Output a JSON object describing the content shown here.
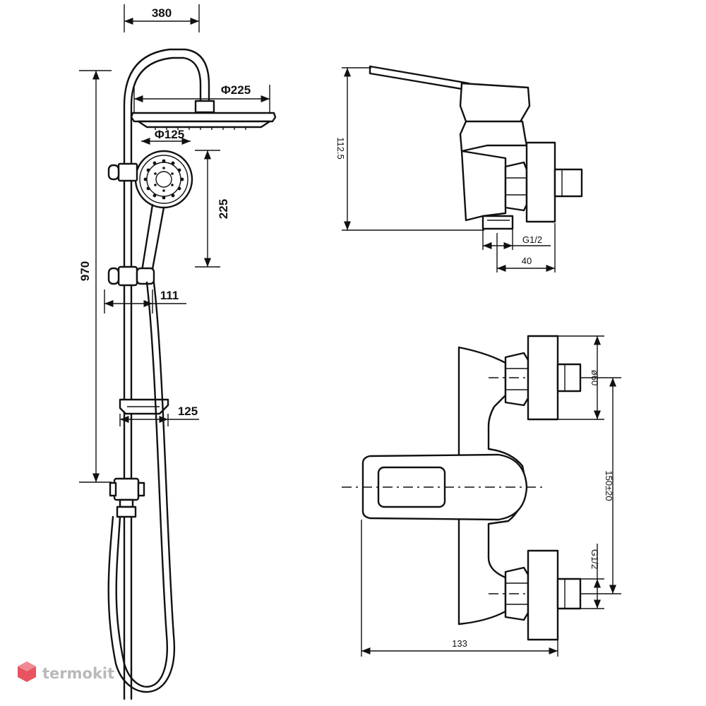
{
  "dimensions": {
    "shower_reach": "380",
    "head_diameter": "Φ225",
    "hand_diameter": "Φ125",
    "hand_drop": "225",
    "total_height": "970",
    "holder_offset": "111",
    "shelf_depth": "125",
    "mixer_height": "112.5",
    "thread_side": "G1/2",
    "mixer_depth": "40",
    "eccentric_diameter": "ø60",
    "center_distance": "150±20",
    "thread_front": "G1/2",
    "mixer_width": "133"
  },
  "watermark": {
    "text": "termokit"
  },
  "colors": {
    "line": "#111111",
    "background": "#ffffff",
    "watermark_text": "#b9b9b9",
    "watermark_logo": "#e8535f"
  }
}
